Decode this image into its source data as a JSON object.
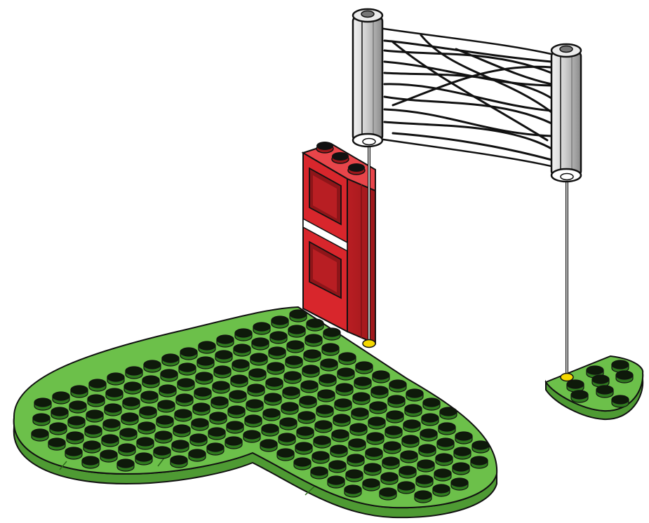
{
  "colors": {
    "background": "#ffffff",
    "plate_green": "#6cc04a",
    "plate_green_dark": "#4e9a33",
    "stud_green": "#5cb03e",
    "stud_top": "#7fd05a",
    "brick_red": "#d8262c",
    "brick_red_dark": "#a51c20",
    "brick_red_light": "#e8454a",
    "accent_white": "#ffffff",
    "pole_gray": "#c9c9c9",
    "pole_gray_dark": "#8f8f8f",
    "guide_yellow": "#f5d800",
    "outline": "#111111"
  },
  "scene": {
    "description_icons": [
      "heart-baseplate",
      "red-column-brick",
      "scroll-banner-element",
      "small-round-plate",
      "placement-guide-line"
    ]
  }
}
